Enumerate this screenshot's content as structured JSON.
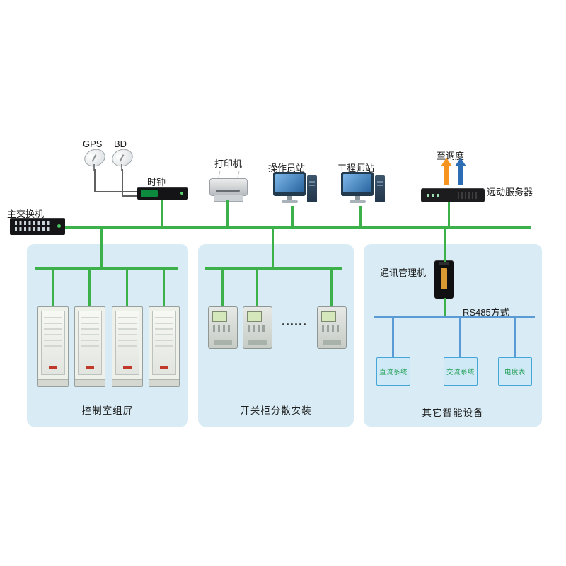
{
  "nodes": {
    "gps": {
      "label": "GPS"
    },
    "bd": {
      "label": "BD"
    },
    "clock": {
      "label": "时钟"
    },
    "printer": {
      "label": "打印机"
    },
    "operator_station": {
      "label": "操作员站"
    },
    "engineer_station": {
      "label": "工程师站"
    },
    "to_dispatch": {
      "label": "至调度"
    },
    "remote_server": {
      "label": "远动服务器"
    },
    "main_switch": {
      "label": "主交换机"
    },
    "comm_manager": {
      "label": "通讯管理机"
    },
    "rs485_bus": {
      "label": "RS485方式"
    },
    "ellipsis": "......"
  },
  "groups": {
    "control_room": {
      "label": "控制室组屏"
    },
    "switchgear": {
      "label": "开关柜分散安装"
    },
    "other_devices": {
      "label": "其它智能设备"
    }
  },
  "rs485_devices": [
    {
      "label": "直流系统"
    },
    {
      "label": "交流系统"
    },
    {
      "label": "电度表"
    }
  ],
  "colors": {
    "network_bus_green": "#3cb049",
    "rs485_blue": "#5b9bd5",
    "group_background": "#d9ecf5",
    "dispatch_arrow_orange": "#f7941d",
    "dispatch_arrow_blue": "#2d6db5",
    "device_box_border": "#45a7d8",
    "device_box_text_green": "#1f9e53"
  }
}
